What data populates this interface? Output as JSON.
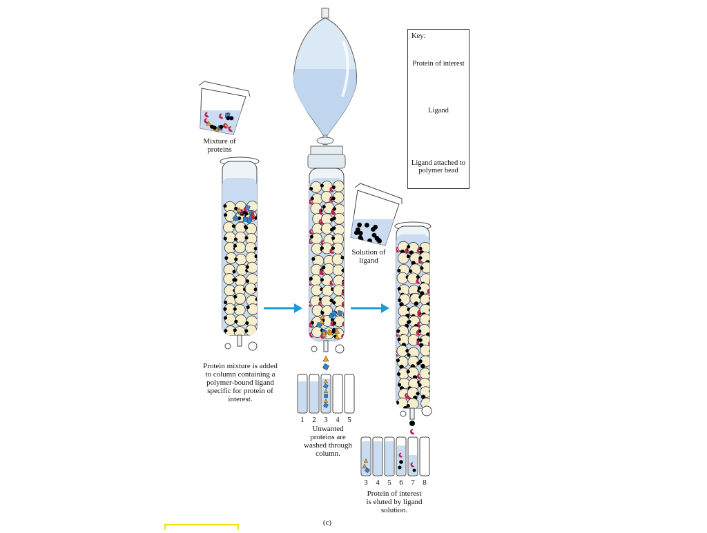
{
  "key": {
    "title": "Key:",
    "protein_label": "Protein of interest",
    "ligand_label": "Ligand",
    "bead_label": "Ligand attached to polymer bead"
  },
  "labels": {
    "mixture": "Mixture of proteins",
    "solution": "Solution of ligand",
    "step1": "Protein mixture is added to column containing a polymer-bound ligand specific for protein of interest.",
    "step2": "Unwanted proteins are washed through column.",
    "step3": "Protein of interest is eluted by ligand solution.",
    "panel": "(c)"
  },
  "tubes_mid": [
    "1",
    "2",
    "3",
    "4",
    "5"
  ],
  "tubes_right": [
    "3",
    "4",
    "5",
    "6",
    "7",
    "8"
  ],
  "colors": {
    "liquid": "#c9dcf2",
    "bead": "#f6efcf",
    "arrow": "#1a9ad6",
    "protein": "#c01e4e",
    "blue_protein": "#2a86d0",
    "orange_protein": "#f0a020",
    "highlight": "#f2e200"
  }
}
